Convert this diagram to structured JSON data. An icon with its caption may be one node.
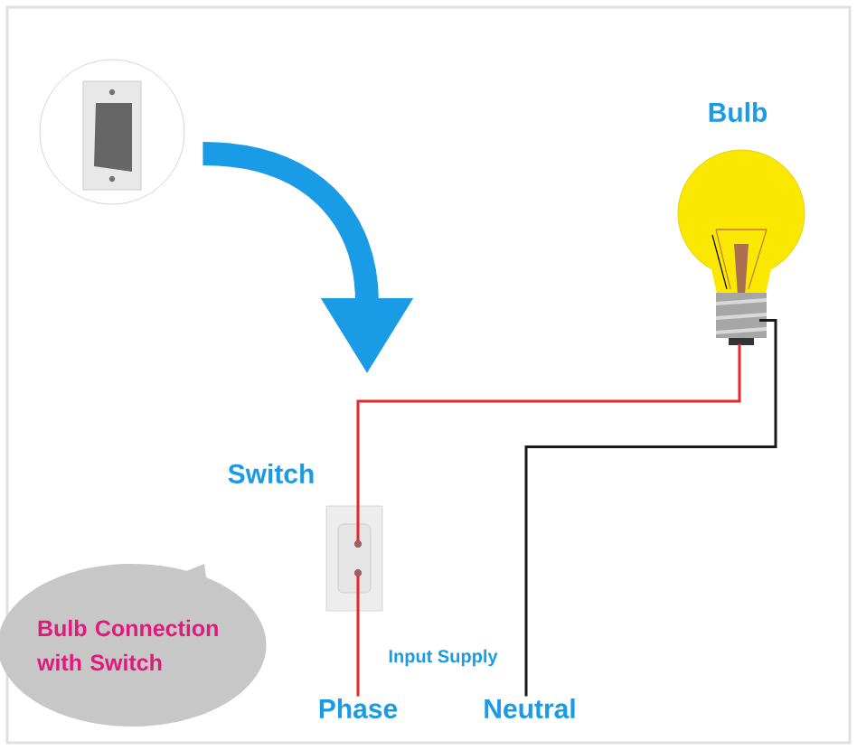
{
  "diagram": {
    "nodes": [
      {
        "text": [],
        "shape": "picture"
      },
      {
        "text": [
          "Bulb"
        ]
      },
      {
        "text": [
          "Switch"
        ]
      },
      {
        "text": [
          "Phase"
        ]
      },
      {
        "text": [
          "Neutral"
        ]
      },
      {
        "text": [
          "Bulb Connection with Switch"
        ]
      }
    ],
    "edges": [
      {
        "from": 0,
        "to": null,
        "arrow": "to",
        "style": "thick",
        "color": "#1a9be6"
      },
      {
        "from": 3,
        "to": 2,
        "arrow": "none",
        "color": "#e8262a"
      },
      {
        "from": 2,
        "to": 1,
        "arrow": "none",
        "color": "#e8262a"
      },
      {
        "from": 4,
        "to": 1,
        "arrow": "none",
        "color": "#1a1a1a"
      }
    ],
    "labels": [
      "Input Supply"
    ]
  }
}
